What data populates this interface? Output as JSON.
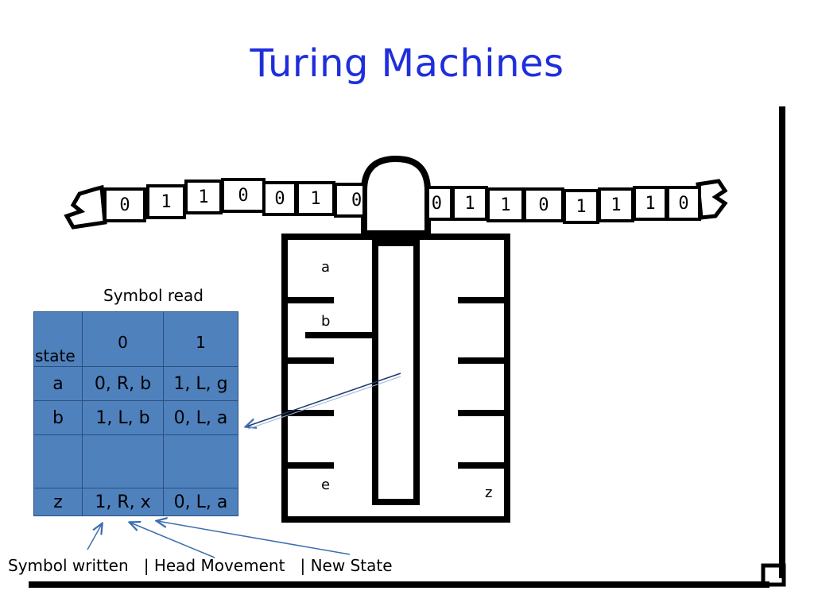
{
  "title": "Turing Machines",
  "tape": {
    "left_cells": [
      "0",
      "1",
      "1",
      "0",
      "0",
      "1",
      "0"
    ],
    "right_cells": [
      "0",
      "1",
      "1",
      "0",
      "1",
      "1",
      "1",
      "0"
    ]
  },
  "machine": {
    "states": {
      "top": "a",
      "second": "b",
      "bottom_left": "e",
      "bottom_right": "z"
    }
  },
  "table": {
    "header_label": "Symbol read",
    "state_label": "state",
    "columns": [
      "0",
      "1"
    ],
    "rows": [
      {
        "state": "a",
        "on0": "0, R, b",
        "on1": "1, L, g"
      },
      {
        "state": "b",
        "on0": "1, L, b",
        "on1": "0, L, a"
      },
      {
        "state": "",
        "on0": "",
        "on1": ""
      },
      {
        "state": "z",
        "on0": "1, R, x",
        "on1": "0, L, a"
      }
    ]
  },
  "caption": "Symbol written   | Head Movement   | New State",
  "colors": {
    "title": "#1f2edc",
    "table_fill": "#4f81bd",
    "arrows": "#3c6eb0"
  }
}
